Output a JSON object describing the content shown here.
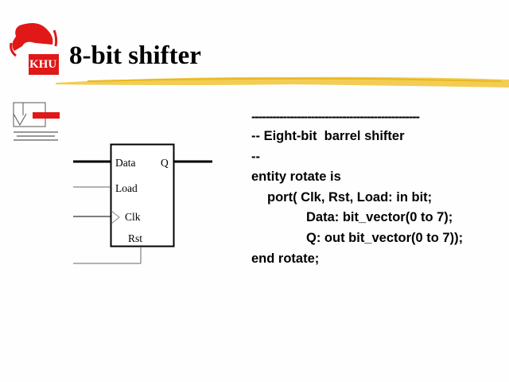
{
  "slide": {
    "title": "8-bit shifter",
    "logo_text": "KHU",
    "accent_color": "#e01818",
    "brush_color": "#f2c840"
  },
  "diagram": {
    "ports": {
      "data": "Data",
      "q": "Q",
      "load": "Load",
      "clk": "Clk",
      "rst": "Rst"
    }
  },
  "code": {
    "lines": [
      "------------------------------------------------",
      "-- Eight-bit  barrel shifter",
      "--",
      "entity rotate is",
      "port( Clk, Rst, Load: in bit;",
      "Data: bit_vector(0 to 7);",
      "Q: out bit_vector(0 to 7));",
      "end rotate;"
    ]
  }
}
